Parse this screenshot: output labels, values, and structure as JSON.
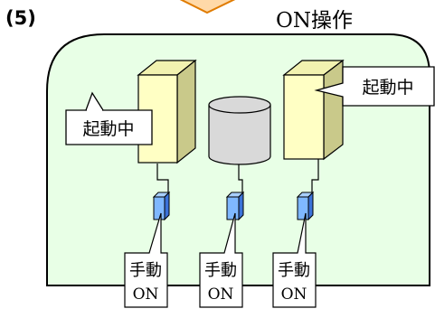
{
  "diagram": {
    "step_label": "(5)",
    "operation_title": "ON操作",
    "servers": [
      {
        "id": "left",
        "callout": "起動中"
      },
      {
        "id": "right",
        "callout": "起動中"
      }
    ],
    "switches": [
      {
        "label_line1": "手動",
        "label_line2": "ON"
      },
      {
        "label_line1": "手動",
        "label_line2": "ON"
      },
      {
        "label_line1": "手動",
        "label_line2": "ON"
      }
    ]
  },
  "colors": {
    "panel_fill": "#e8ffe6",
    "server_front": "#ffffc4",
    "server_side": "#c9c98a",
    "server_top": "#f2f2b0",
    "disk_fill": "#d9d9d9",
    "switch_front": "#7fb8ff",
    "switch_side": "#3b72d8",
    "arrow_fill": "#ffd9a8",
    "arrow_stroke": "#e07b00"
  }
}
